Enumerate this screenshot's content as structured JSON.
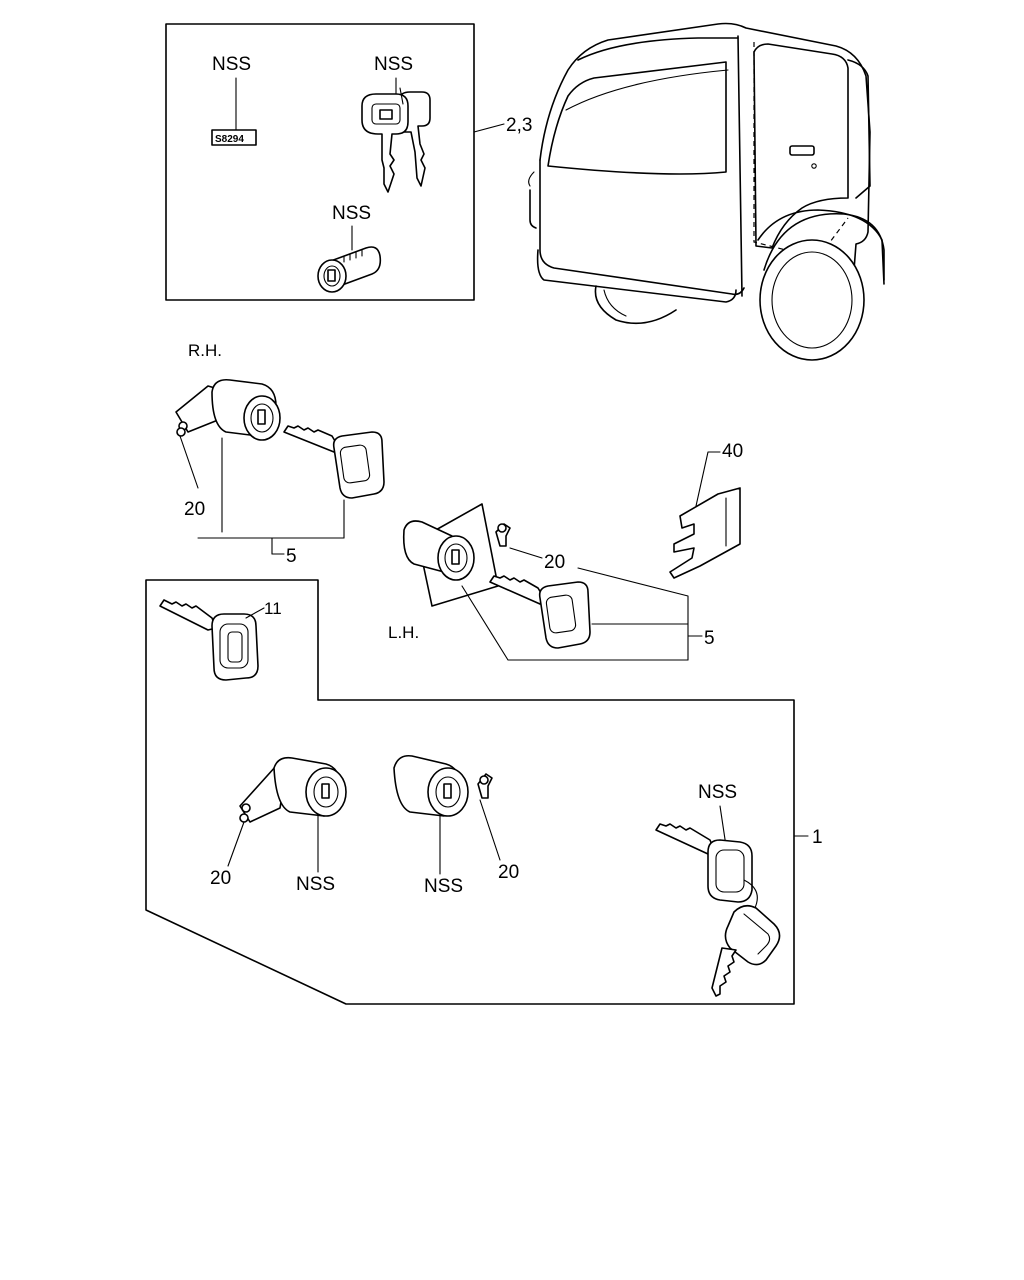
{
  "labels": {
    "nss_tag": "NSS",
    "nss_keys_top": "NSS",
    "nss_cylinder_top": "NSS",
    "tag_number": "S8294",
    "ref_2_3": "2,3",
    "rh": "R.H.",
    "lh": "L.H.",
    "ref_20_rh": "20",
    "ref_5_rh": "5",
    "ref_40": "40",
    "ref_20_lh": "20",
    "ref_5_lh": "5",
    "ref_11": "11",
    "ref_20_kit_left": "20",
    "nss_kit_left": "NSS",
    "nss_kit_right": "NSS",
    "ref_20_kit_right": "20",
    "nss_kit_keys": "NSS",
    "ref_1": "1"
  },
  "icons": {
    "truck": "truck-cab-rear-icon",
    "key": "key-icon",
    "lock_cylinder": "lock-cylinder-icon",
    "clip": "retaining-clip-icon",
    "tag": "key-tag-icon"
  }
}
